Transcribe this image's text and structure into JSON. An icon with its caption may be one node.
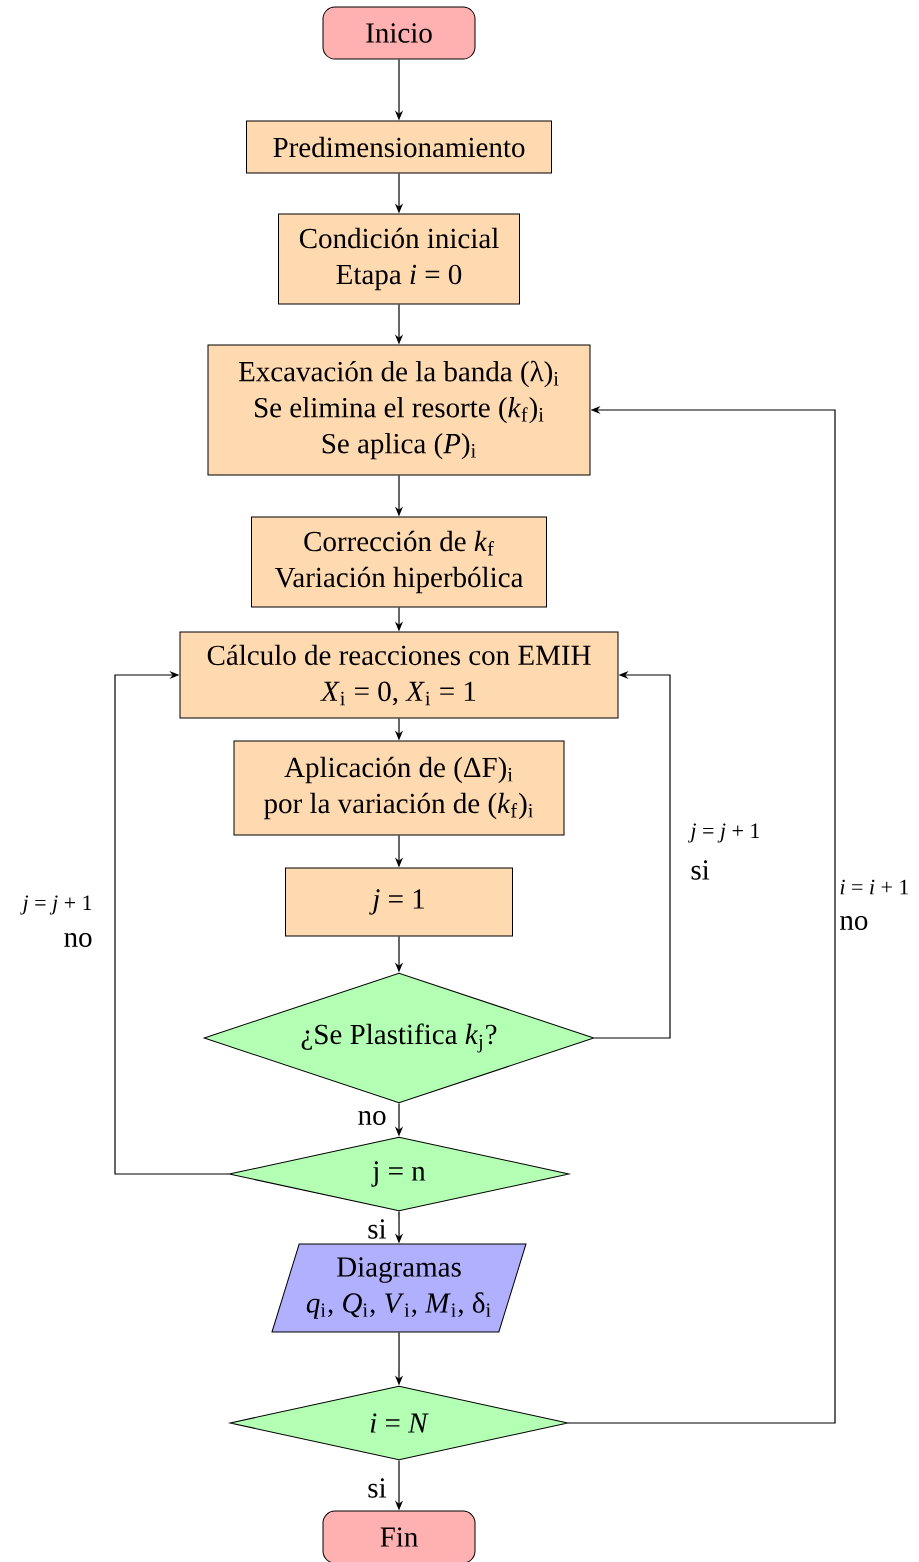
{
  "diagram": {
    "nodes": [
      {
        "text": [
          "Inicio"
        ]
      },
      {
        "text": [
          "Predimensionamiento"
        ]
      },
      {
        "text": [
          "Condición inicial",
          "Etapa *i* = 0"
        ]
      },
      {
        "text": [
          "Excavación de la banda (λ)$_{i}$",
          "Se elimina el resorte (*k*$_{f}$)$_{i}$",
          "Se aplica (*P*)$_{i}$"
        ]
      },
      {
        "text": [
          "Corrección de *k*$_{f}$",
          "Variación hiperbólica"
        ]
      },
      {
        "text": [
          "Cálculo de reacciones con EMIH",
          "*X*$_{i}$ = 0, *X*$_{i}$ = 1"
        ]
      },
      {
        "text": [
          "Aplicación de (ΔF)$_{i}$",
          "por la variación de (*k*$_{f}$)$_{i}$"
        ]
      },
      {
        "text": [
          "*j* = 1"
        ]
      },
      {
        "text": [
          "¿Se Plastifica *k*$_{j}$?"
        ]
      },
      {
        "text": [
          "j = n"
        ]
      },
      {
        "text": [
          "Diagramas",
          "*q*$_{i}$, *Q*$_{i}$, *V*$_{i}$, *M*$_{i}$, δ$_{i}$"
        ]
      },
      {
        "text": [
          "*i* = *N*"
        ]
      },
      {
        "text": [
          "Fin"
        ]
      }
    ],
    "edges": [
      {
        "from": 0,
        "to": 1,
        "arrow": "to"
      },
      {
        "from": 1,
        "to": 2,
        "arrow": "to"
      },
      {
        "from": 2,
        "to": 3,
        "arrow": "to"
      },
      {
        "from": 3,
        "to": 4,
        "arrow": "to"
      },
      {
        "from": 4,
        "to": 5,
        "arrow": "to"
      },
      {
        "from": 5,
        "to": 6,
        "arrow": "to"
      },
      {
        "from": 6,
        "to": 7,
        "arrow": "to"
      },
      {
        "from": 7,
        "to": 8,
        "arrow": "to"
      },
      {
        "from": 8,
        "to": 9,
        "arrow": "to",
        "label": "no"
      },
      {
        "from": 9,
        "to": 10,
        "arrow": "to",
        "label": "si"
      },
      {
        "from": 10,
        "to": 11,
        "arrow": "to"
      },
      {
        "from": 11,
        "to": 12,
        "arrow": "to",
        "label": "si"
      },
      {
        "from": 8,
        "to": 5,
        "arrow": "to",
        "label": "si"
      },
      {
        "from": 9,
        "to": 5,
        "arrow": "to",
        "label": "no"
      },
      {
        "from": 11,
        "to": 3,
        "arrow": "to",
        "label": "no"
      }
    ],
    "labels": [
      "*j* = *j* + 1",
      "*i* = *i* + 1",
      "*j* = *j* + 1"
    ]
  }
}
